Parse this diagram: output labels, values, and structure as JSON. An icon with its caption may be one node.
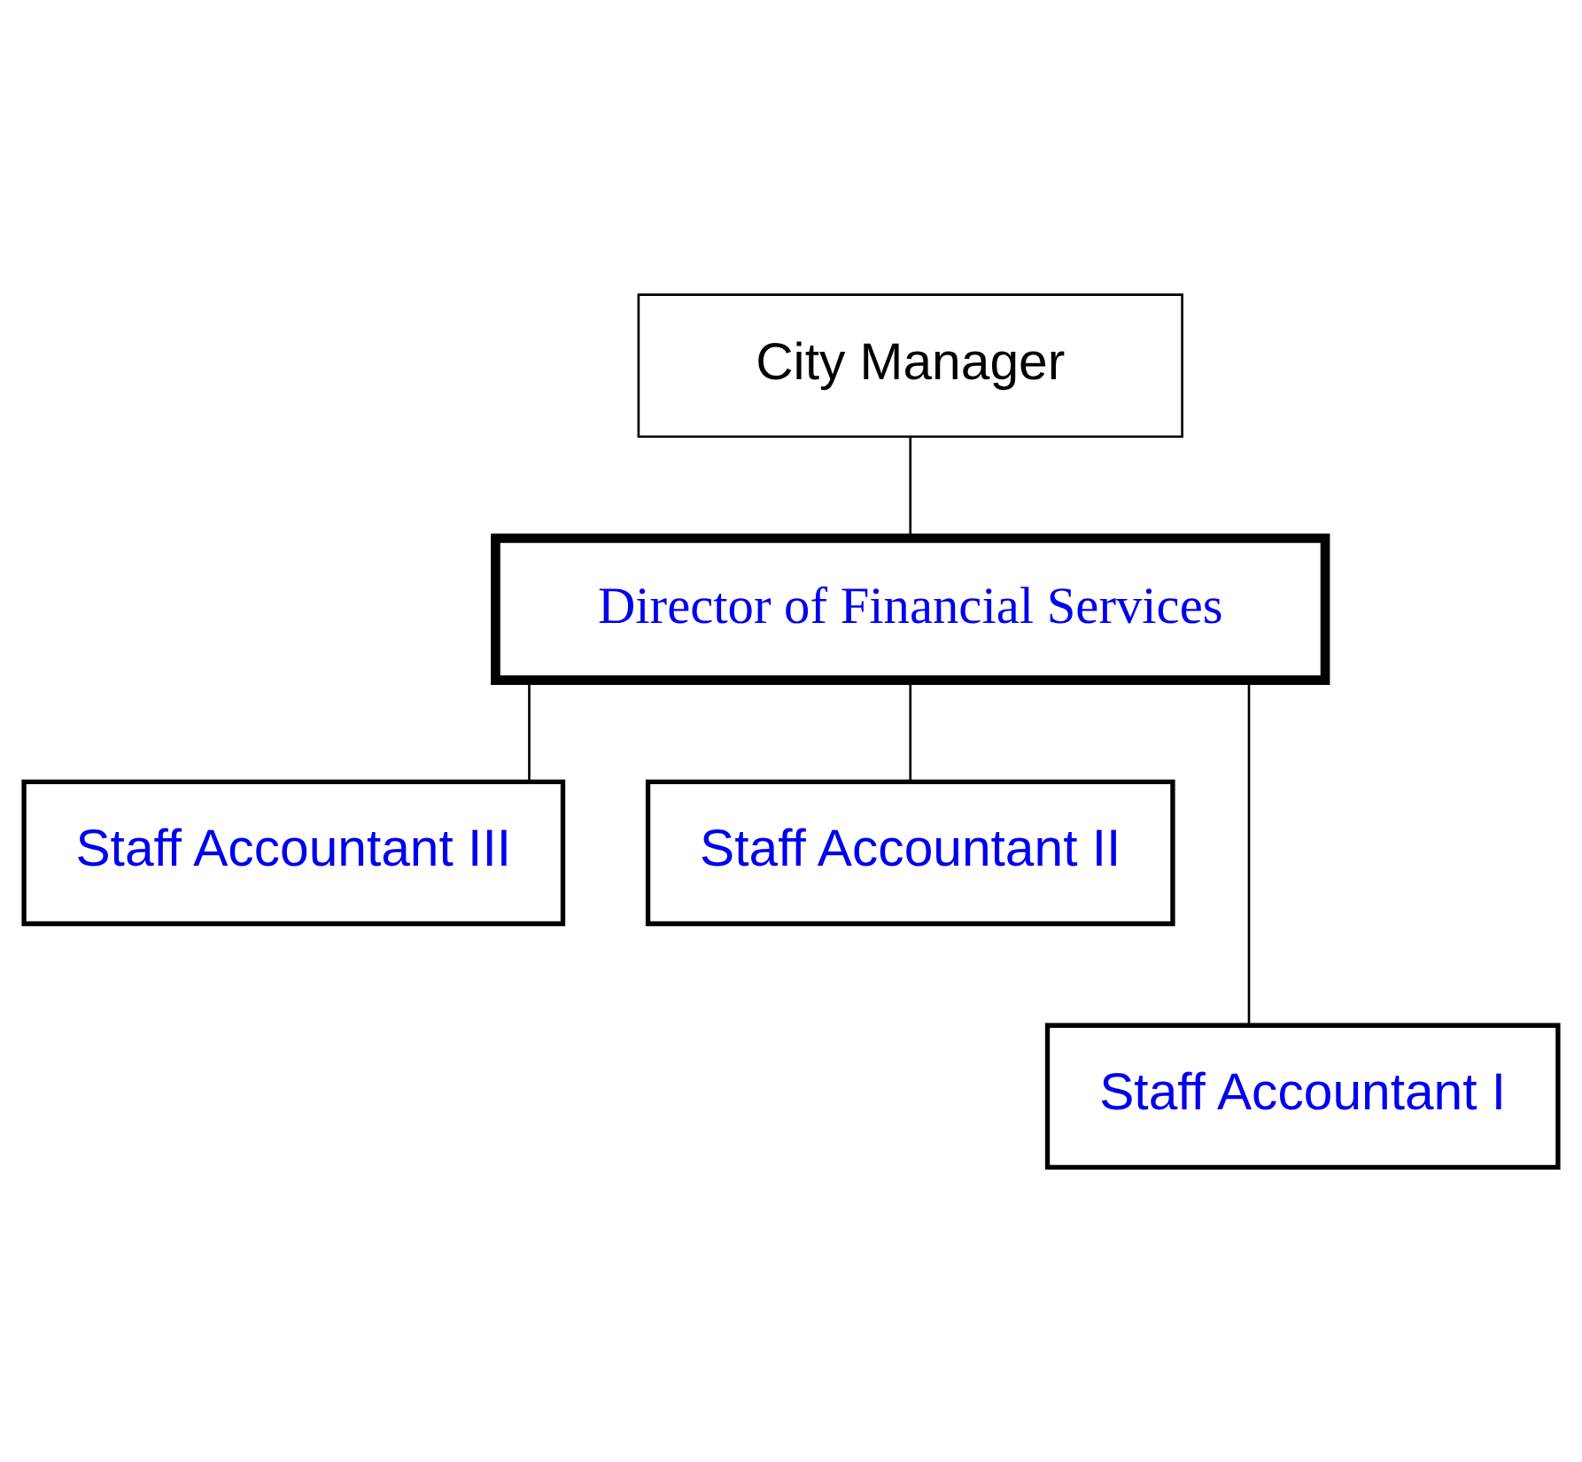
{
  "diagram": {
    "nodes": [
      {
        "text": [
          "City Manager"
        ]
      },
      {
        "text": [
          "Director of Financial Services"
        ]
      },
      {
        "text": [
          "Staff Accountant III"
        ]
      },
      {
        "text": [
          "Staff Accountant II"
        ]
      },
      {
        "text": [
          "Staff Accountant I"
        ]
      }
    ],
    "edges": [
      {
        "from": 0,
        "to": 1,
        "arrow": "none"
      },
      {
        "from": 1,
        "to": 2,
        "arrow": "none"
      },
      {
        "from": 1,
        "to": 3,
        "arrow": "none"
      },
      {
        "from": 1,
        "to": 4,
        "arrow": "none"
      }
    ]
  }
}
